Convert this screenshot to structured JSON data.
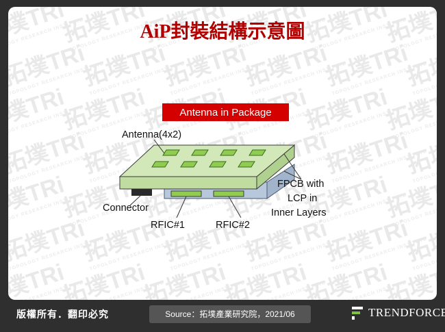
{
  "title": "AiP封裝結構示意圖",
  "diagram": {
    "header_label": "Antenna in Package",
    "labels": {
      "antenna": "Antenna(4x2)",
      "connector": "Connector",
      "rfic1": "RFIC#1",
      "rfic2": "RFIC#2",
      "fpcb_line1": "FPCB with",
      "fpcb_line2": "LCP in",
      "fpcb_line3": "Inner Layers"
    },
    "antenna_grid": {
      "cols": 4,
      "rows": 2
    },
    "colors": {
      "header_fill": "#d40000",
      "board_top": "#d3e8b8",
      "board_side": "#c0dca0",
      "antenna": "#90cc50",
      "substrate": "#b8c8dc",
      "connector": "#2a2a2a",
      "rfic": "#90cc50"
    }
  },
  "watermark": {
    "text": "拓墣TRi",
    "subtext": "TOPOLOGY RESEARCH INSTITUTE"
  },
  "footer": {
    "copyright": "版權所有．翻印必究",
    "source": "Source：拓墣產業研究院，2021/06",
    "logo": "TRENDFORCE",
    "logo_icon": "trendforce-logo-icon"
  }
}
